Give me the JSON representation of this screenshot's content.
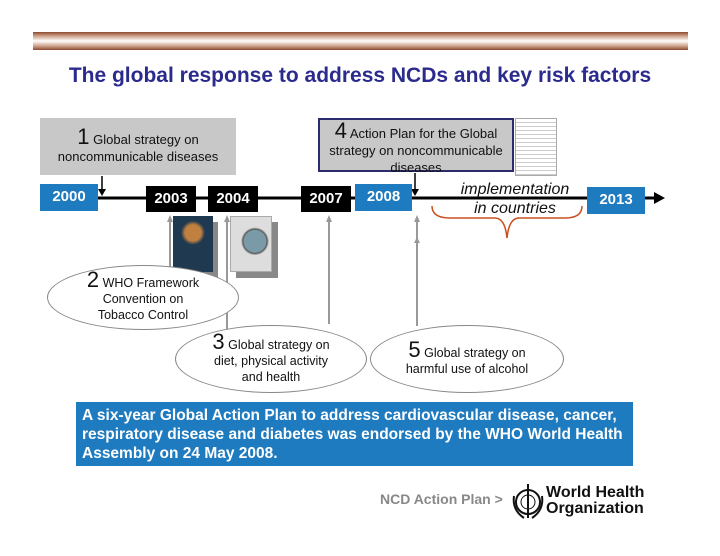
{
  "title": "The global response to address NCDs and key risk factors",
  "years": {
    "y2000": "2000",
    "y2003": "2003",
    "y2004": "2004",
    "y2007": "2007",
    "y2008": "2008",
    "y2013": "2013"
  },
  "items": [
    {
      "num": "1",
      "line1": "Global strategy on",
      "line2": "noncommunicable diseases"
    },
    {
      "num": "2",
      "line1": "WHO Framework",
      "line2": "Convention on",
      "line3": "Tobacco Control"
    },
    {
      "num": "3",
      "line1": "Global strategy on",
      "line2": "diet, physical activity",
      "line3": "and health"
    },
    {
      "num": "4",
      "line1": "Action Plan for the Global",
      "line2": "strategy on noncommunicable",
      "line3": "diseases"
    },
    {
      "num": "5",
      "line1": "Global strategy on",
      "line2": "harmful use of alcohol"
    }
  ],
  "implementation": {
    "line1": "implementation",
    "line2": "in countries"
  },
  "message": "A six-year Global Action Plan to address cardiovascular disease, cancer, respiratory disease and diabetes was endorsed by the WHO World Health Assembly on 24 May 2008.",
  "footer": {
    "breadcrumb": "NCD Action Plan >",
    "org_line1": "World Health",
    "org_line2": "Organization"
  },
  "colors": {
    "title": "#2b2b8e",
    "year_blue": "#1f7bbf",
    "brace": "#c8501e"
  }
}
